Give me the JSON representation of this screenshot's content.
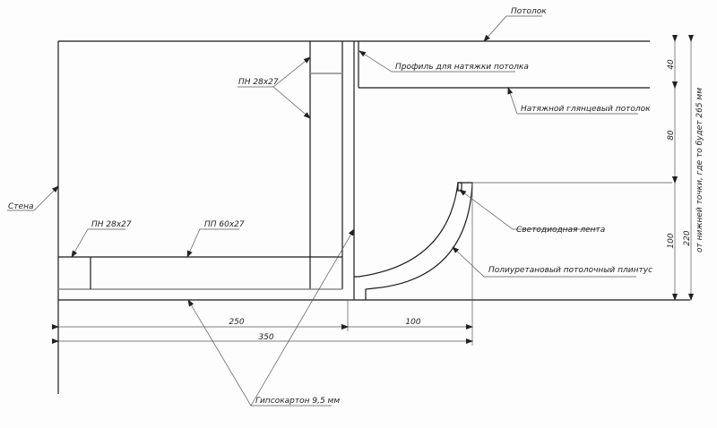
{
  "labels": {
    "ceiling": "Потолок",
    "profile": "Профиль для натяжки потолка",
    "stretch_ceiling": "Натяжной глянцевый потолок",
    "led_strip": "Светодиодная лента",
    "cornice": "Полиуретановый потолочный плинтус",
    "pn_top": "ПН 28x27",
    "wall": "Стена",
    "pn_bottom": "ПН 28x27",
    "pp": "ПП 60x27",
    "drywall": "Гипсокартон 9,5 мм"
  },
  "dimensions": {
    "d40": "40",
    "d80": "80",
    "d100v": "100",
    "d220": "220",
    "note": "от нижней точки, где то будет 265 мм",
    "d250": "250",
    "d100h": "100",
    "d350": "350"
  }
}
